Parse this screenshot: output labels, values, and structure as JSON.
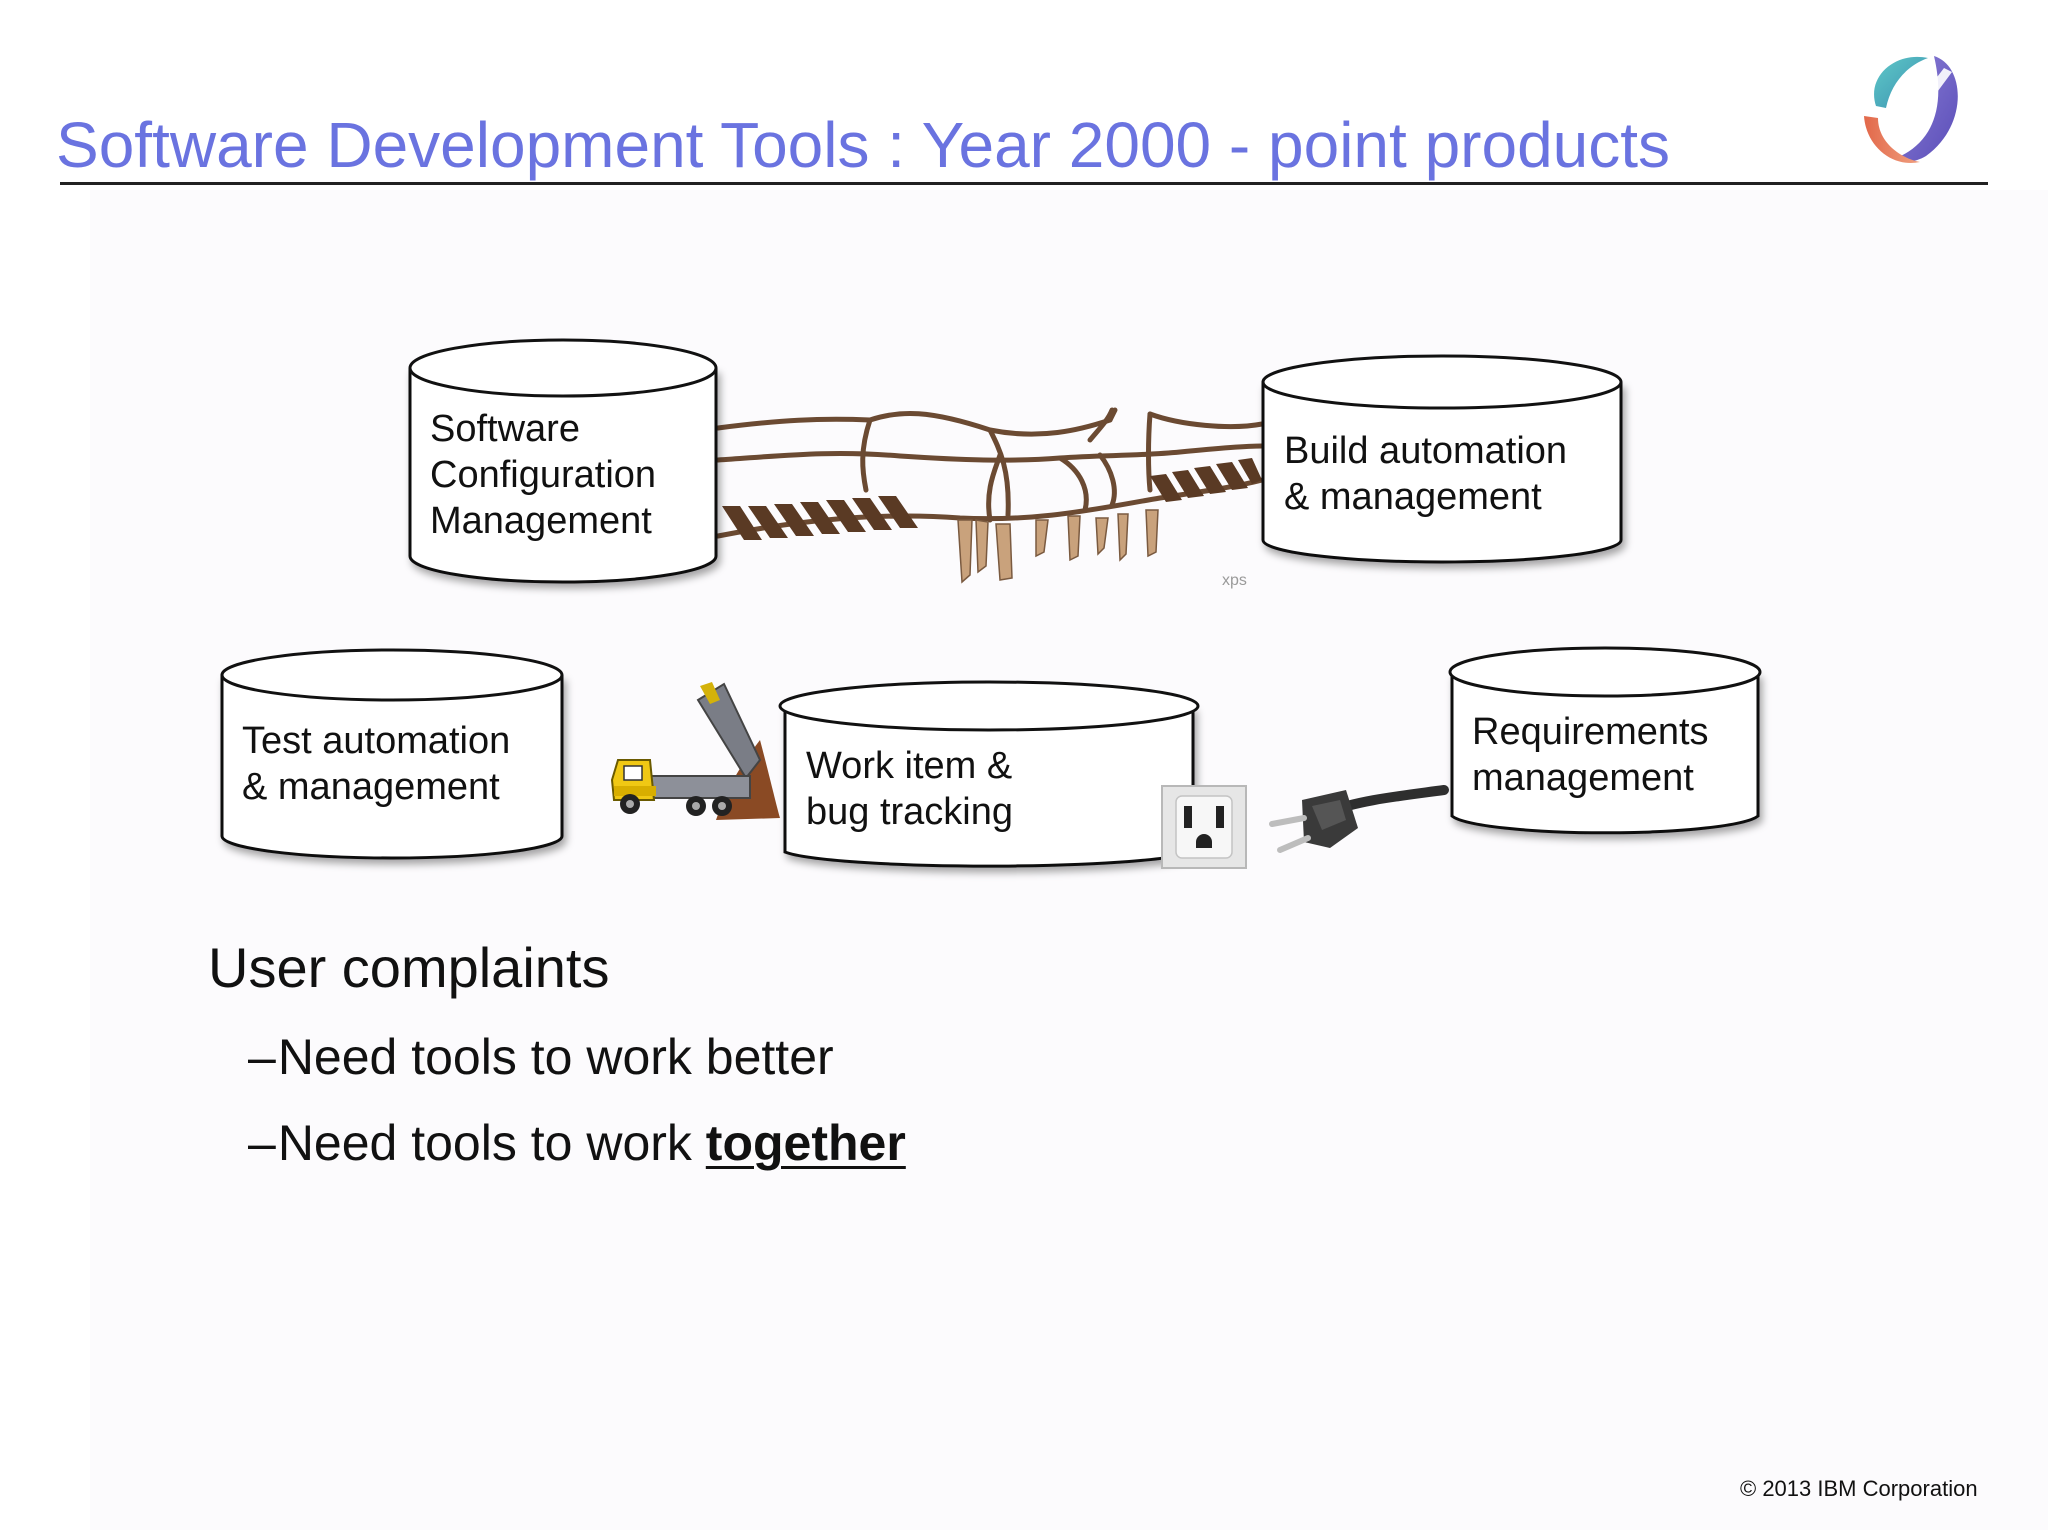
{
  "slide": {
    "title": "Software Development Tools : Year 2000 - point products",
    "logo_icon": "ibm-logo-icon",
    "copyright": "© 2013 IBM Corporation"
  },
  "diagram": {
    "tools": [
      {
        "line1": "Software",
        "line2": "Configuration",
        "line3": "Management"
      },
      {
        "line1": "Build automation",
        "line2": "& management"
      },
      {
        "line1": "Test automation",
        "line2": "& management"
      },
      {
        "line1": "Work item &",
        "line2": "bug tracking"
      },
      {
        "line1": "Requirements",
        "line2": "management"
      }
    ],
    "connectors": [
      "broken-rope-bridge-icon",
      "dump-truck-icon",
      "outlet-plug-mismatch-icon"
    ],
    "bridge_watermark": "xps"
  },
  "complaints": {
    "heading": "User complaints",
    "items": [
      {
        "dash": "–",
        "text": "Need tools to work better"
      },
      {
        "dash": "–",
        "text": "Need tools to work ",
        "emphasis": "together"
      }
    ]
  },
  "colors": {
    "title": "#6a73e0",
    "text": "#111111",
    "background": "#fcfbfd"
  }
}
